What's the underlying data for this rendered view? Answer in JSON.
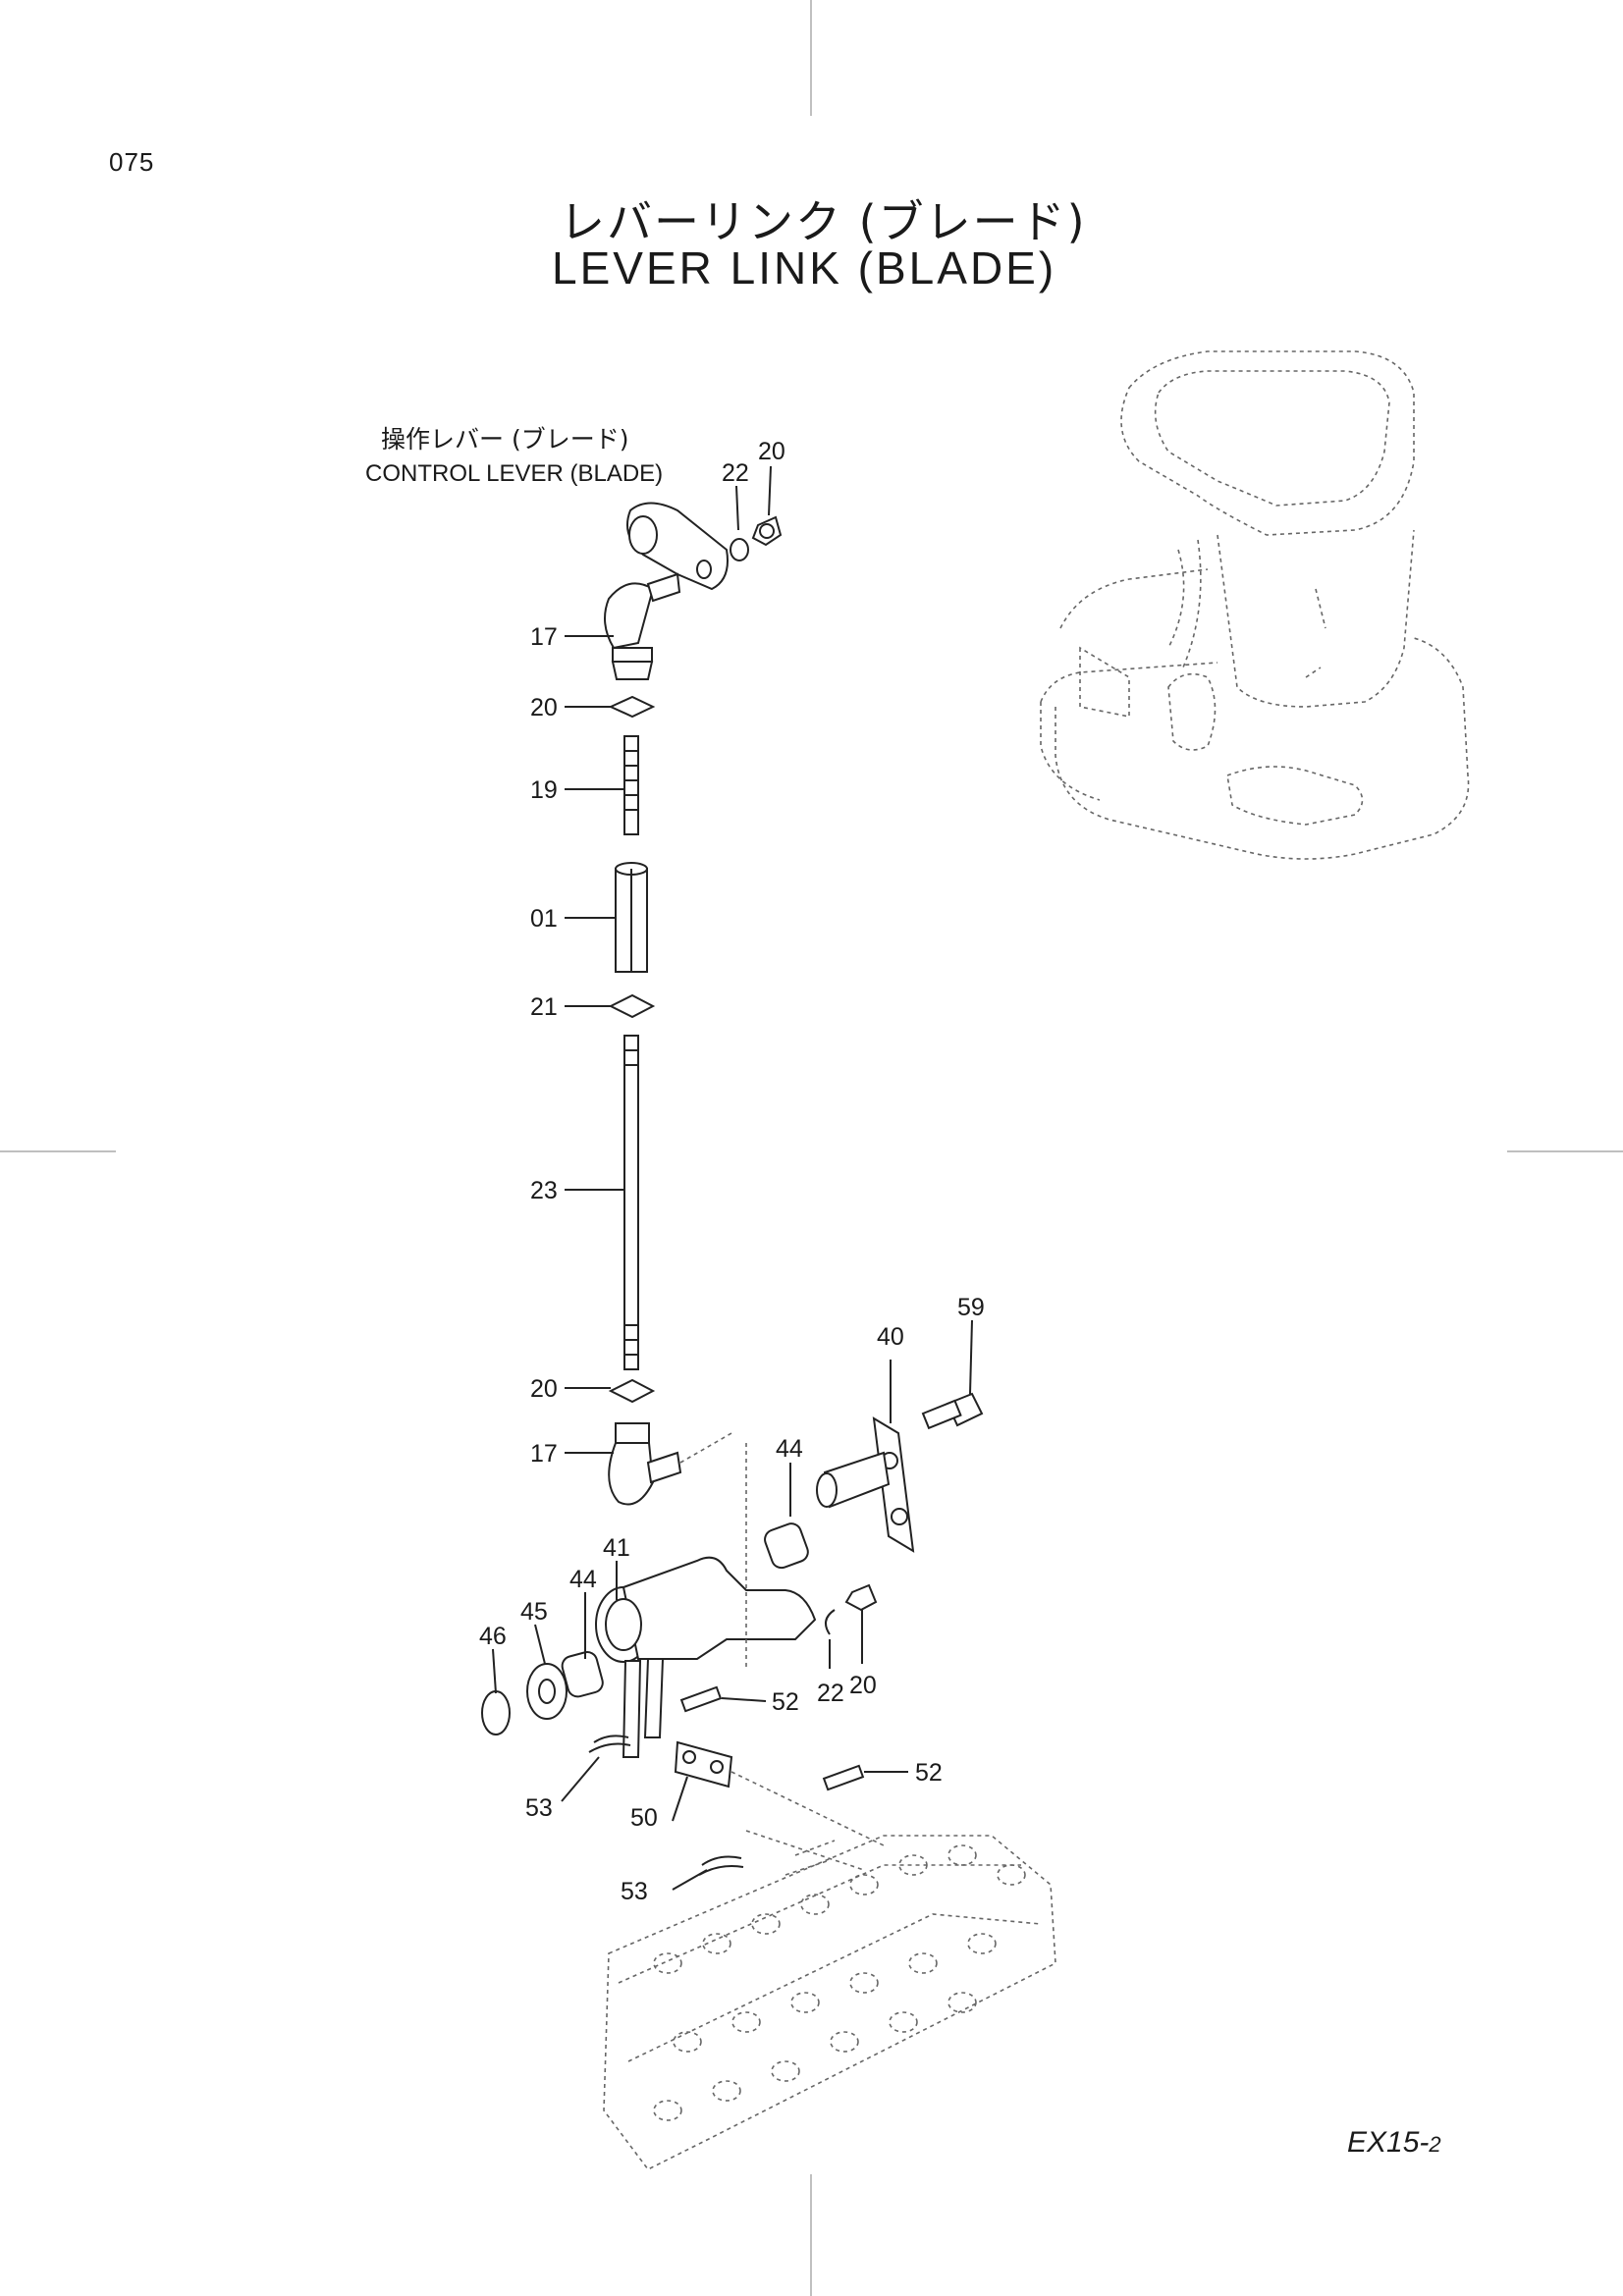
{
  "page_number": "075",
  "title": {
    "japanese": "レバーリンク (ブレード)",
    "english": "LEVER LINK (BLADE)"
  },
  "callout": {
    "japanese": "操作レバー (ブレード)",
    "english": "CONTROL LEVER (BLADE)"
  },
  "part_labels": {
    "p22_top": "22",
    "p20_top": "20",
    "p17_top": "17",
    "p20_a": "20",
    "p19": "19",
    "p01": "01",
    "p21": "21",
    "p23": "23",
    "p20_b": "20",
    "p17_b": "17",
    "p59": "59",
    "p40": "40",
    "p44_a": "44",
    "p41": "41",
    "p44_b": "44",
    "p45": "45",
    "p46": "46",
    "p22_b": "22",
    "p20_c": "20",
    "p52_a": "52",
    "p53_a": "53",
    "p50": "50",
    "p52_b": "52",
    "p53_b": "53"
  },
  "doc_code": {
    "main": "EX15-",
    "sub": "2"
  },
  "colors": {
    "line": "#222222",
    "dashed": "#666666",
    "crop_marks": "#aaaaaa",
    "background": "#ffffff"
  }
}
